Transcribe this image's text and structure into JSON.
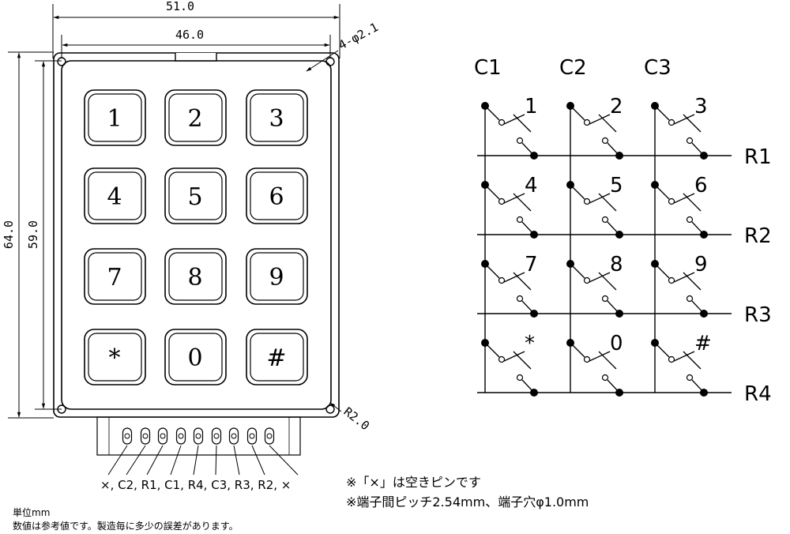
{
  "dimensions": {
    "outer_width": "51.0",
    "inner_width": "46.0",
    "hole": "4-φ2.1",
    "outer_height": "64.0",
    "inner_height": "59.0",
    "corner_radius": "R2.0"
  },
  "keys": [
    "1",
    "2",
    "3",
    "4",
    "5",
    "6",
    "7",
    "8",
    "9",
    "*",
    "0",
    "#"
  ],
  "pins_label": "×, C2, R1, C1, R4, C3, R3, R2, ×",
  "schematic": {
    "columns": [
      "C1",
      "C2",
      "C3"
    ],
    "rows": [
      "R1",
      "R2",
      "R3",
      "R4"
    ],
    "switch_labels": [
      "1",
      "2",
      "3",
      "4",
      "5",
      "6",
      "7",
      "8",
      "9",
      "*",
      "0",
      "#"
    ]
  },
  "notes": {
    "note1": "※「×」は空きピンです",
    "note2": "※端子間ピッチ2.54mm、端子穴φ1.0mm"
  },
  "footer": {
    "unit": "単位mm",
    "disclaimer": "数値は参考値です。製造毎に多少の誤差があります。"
  }
}
